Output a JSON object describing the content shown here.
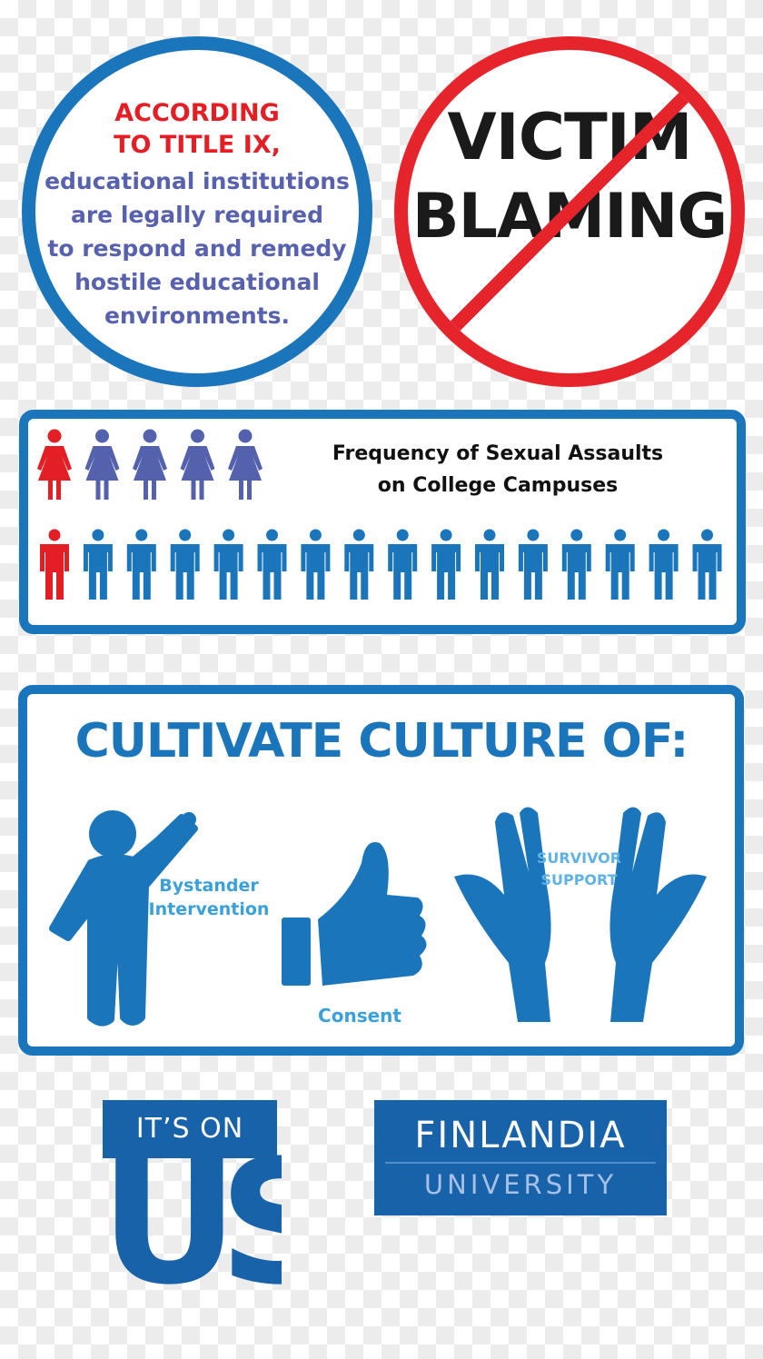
{
  "title_ix": {
    "heading_line1": "ACCORDING",
    "heading_line2": "TO TITLE IX,",
    "body_lines": [
      "educational institutions",
      "are legally required",
      "to respond and remedy",
      "hostile educational",
      "environments."
    ]
  },
  "no_victim_blaming": {
    "line1": "VICTIM",
    "line2": "BLAMING",
    "icon": "prohibition-sign-icon"
  },
  "frequency": {
    "title_line1": "Frequency of Sexual Assaults",
    "title_line2": "on College Campuses",
    "women": {
      "total": 5,
      "highlighted": 1
    },
    "men": {
      "total": 16,
      "highlighted": 1
    },
    "colors": {
      "highlight": "#e31e24",
      "women": "#5462ad",
      "men": "#1b75bb"
    }
  },
  "culture": {
    "heading": "CULTIVATE CULTURE OF:",
    "items": [
      {
        "label_line1": "Bystander",
        "label_line2": "Intervention",
        "icon": "person-raising-hand-icon"
      },
      {
        "label_line1": "Consent",
        "label_line2": "",
        "icon": "thumbs-up-icon"
      },
      {
        "label_line1": "SURVIVOR",
        "label_line2": "SUPPORT",
        "icon": "open-hands-icon"
      }
    ]
  },
  "logos": {
    "its_on_us": {
      "top": "IT’S ON",
      "bottom": "US"
    },
    "finlandia": {
      "line1": "FINLANDIA",
      "line2": "UNIVERSITY"
    }
  },
  "colors": {
    "blue": "#1b75bb",
    "red": "#e6242b",
    "purple": "#5761ad",
    "light_blue": "#3aa0da",
    "logo_blue": "#1862aa"
  }
}
